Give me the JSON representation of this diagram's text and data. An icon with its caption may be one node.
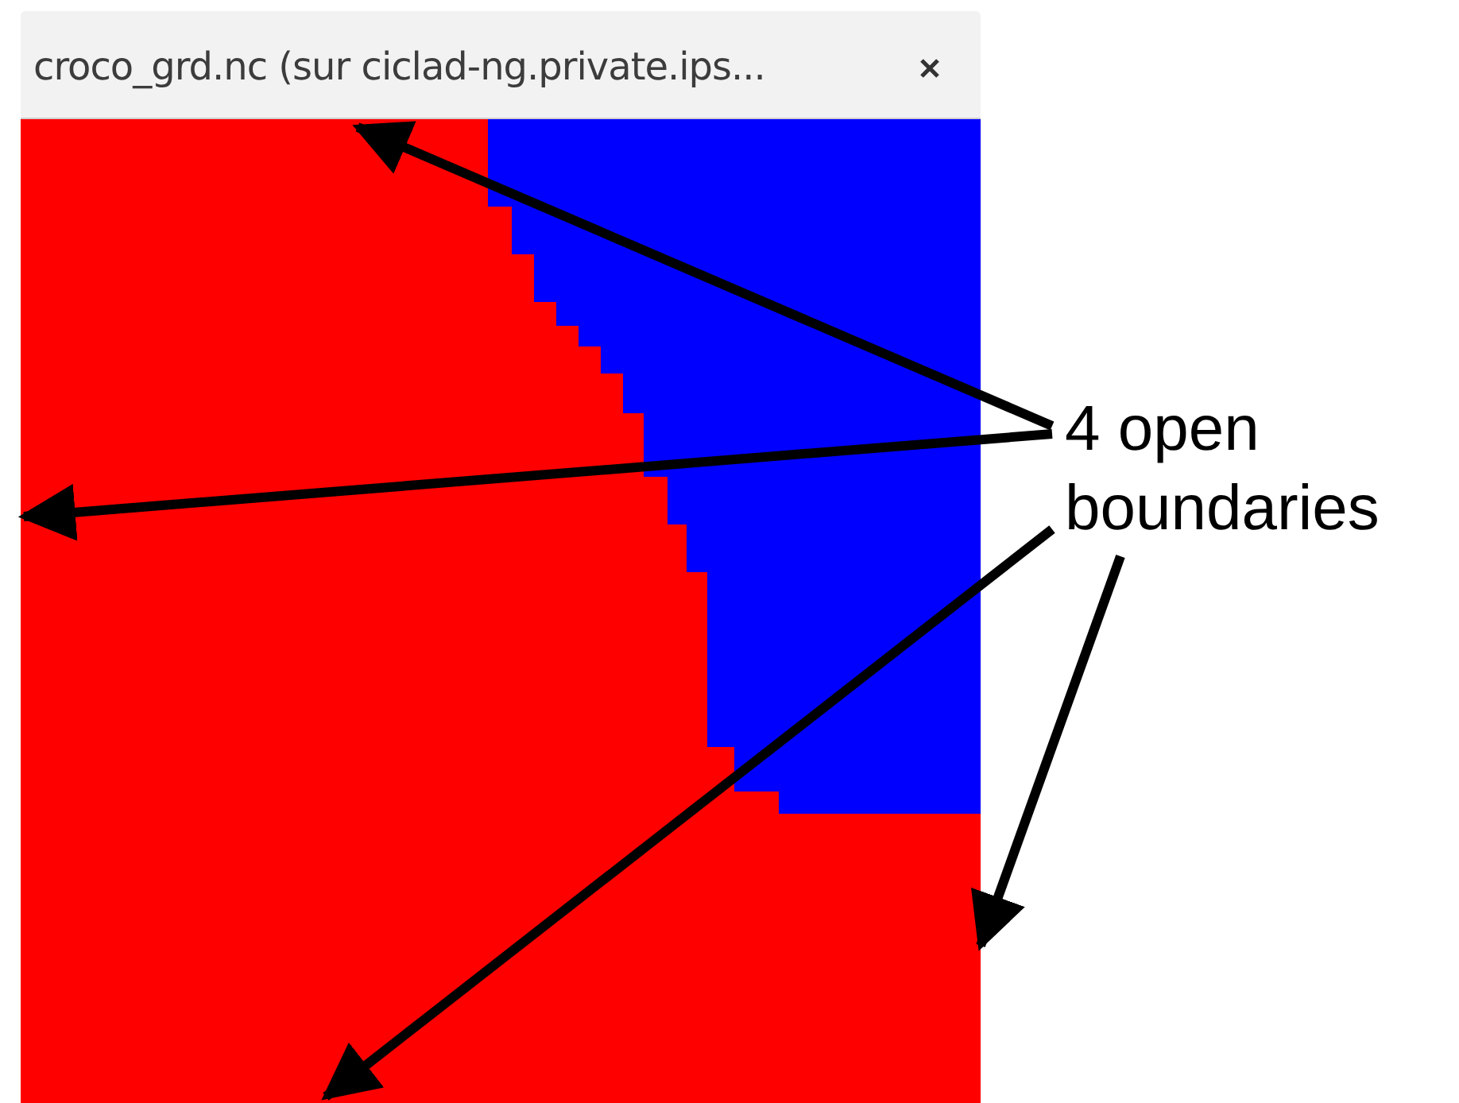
{
  "diagram": {
    "nodes": [
      {
        "text": [
          "4 open boundaries"
        ]
      },
      {
        "text": [],
        "shape": "picture"
      }
    ],
    "edges": [
      {
        "from": 0,
        "to": 1,
        "arrow": "to"
      },
      {
        "from": 0,
        "to": 1,
        "arrow": "to"
      },
      {
        "from": 0,
        "to": 1,
        "arrow": "to"
      },
      {
        "from": 0,
        "to": 1,
        "arrow": "to"
      }
    ],
    "labels": [
      "croco_grd.nc (sur ciclad-ng.private.ips..."
    ]
  }
}
